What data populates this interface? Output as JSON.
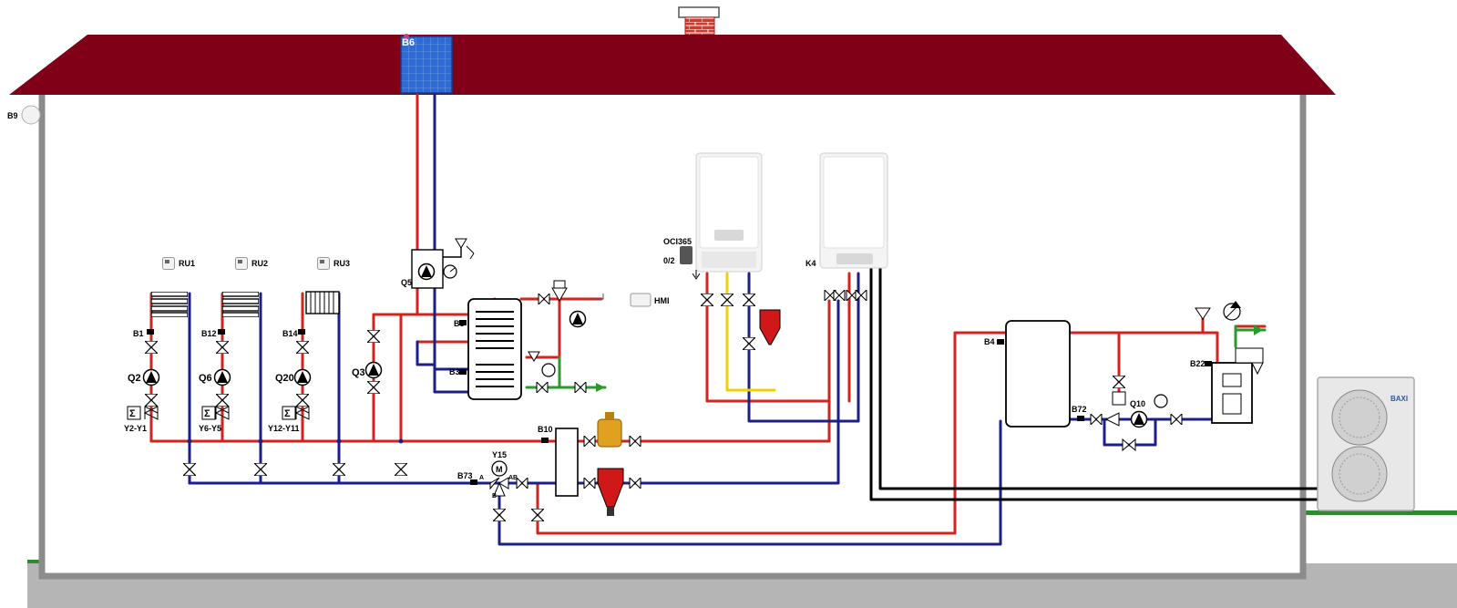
{
  "colors": {
    "roof": "#800018",
    "wall": "#8c8c8c",
    "ground": "#b5b5b5",
    "grass": "#2f8a2f",
    "supply": "#d2231f",
    "return": "#1c1f8a",
    "gas": "#f2d000",
    "cold_water": "#2a9a2a",
    "cable": "#000000",
    "chimney": "#d83828",
    "solar": "#2f6bd6",
    "brass": "#e0a020"
  },
  "labels": {
    "outdoor_sensor": "B9",
    "solar_collector": "B6",
    "room_unit_1": "RU1",
    "room_unit_2": "RU2",
    "room_unit_3": "RU3",
    "solar_pump": "Q5",
    "boiler_pump": "Q3",
    "tank_sensor_top": "B3",
    "tank_sensor_bottom": "B31",
    "hmi": "HMI",
    "gateway": "OCI365",
    "gateway_sub": "0/2",
    "boiler_k4": "K4",
    "buffer_sensor": "B4",
    "solid_fuel_sensor": "B22",
    "return_sensor": "B72",
    "solid_fuel_pump": "Q10",
    "header_sensor": "B10",
    "mixing_valve": "Y15",
    "mixing_valve_sensor": "B73",
    "valve_port_a": "A",
    "valve_port_b": "B",
    "valve_port_ab": "AB",
    "motor": "M",
    "heat_pump_brand": "BAXI",
    "circuits": [
      {
        "flow_sensor": "B1",
        "pump": "Q2",
        "mixer": "Y2-Y1",
        "sigma": "Σ"
      },
      {
        "flow_sensor": "B12",
        "pump": "Q6",
        "mixer": "Y6-Y5",
        "sigma": "Σ"
      },
      {
        "flow_sensor": "B14",
        "pump": "Q20",
        "mixer": "Y12-Y11",
        "sigma": "Σ"
      }
    ]
  }
}
